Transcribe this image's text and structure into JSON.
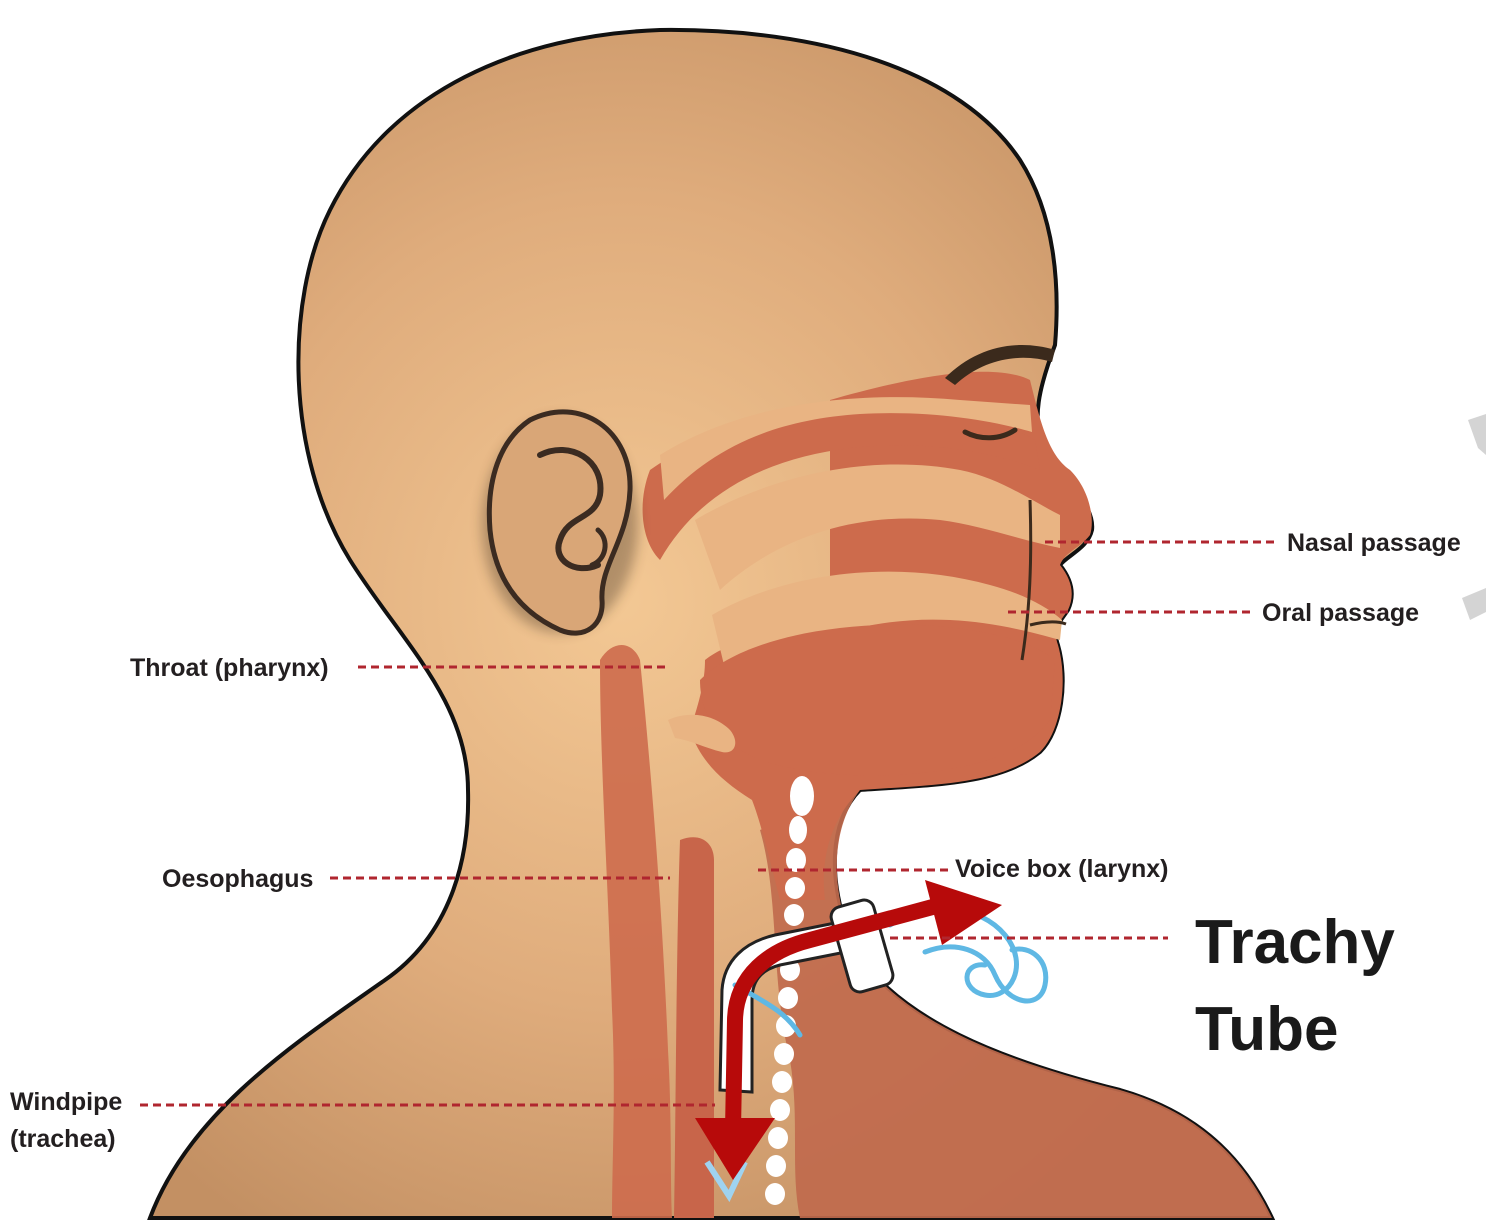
{
  "labels": {
    "nasal_passage": "Nasal passage",
    "oral_passage": "Oral passage",
    "throat": "Throat (pharynx)",
    "oesophagus": "Oesophagus",
    "voice_box": "Voice box (larynx)",
    "windpipe_line1": "Windpipe",
    "windpipe_line2": "(trachea)",
    "trachy_line1": "Trachy",
    "trachy_line2": "Tube"
  },
  "colors": {
    "skin": "#dba777",
    "passage": "#cc6a4c",
    "label_line": "#b0262f",
    "arrow": "#b70a0a",
    "airflow": "#5fb8e4",
    "text": "#231f20"
  }
}
